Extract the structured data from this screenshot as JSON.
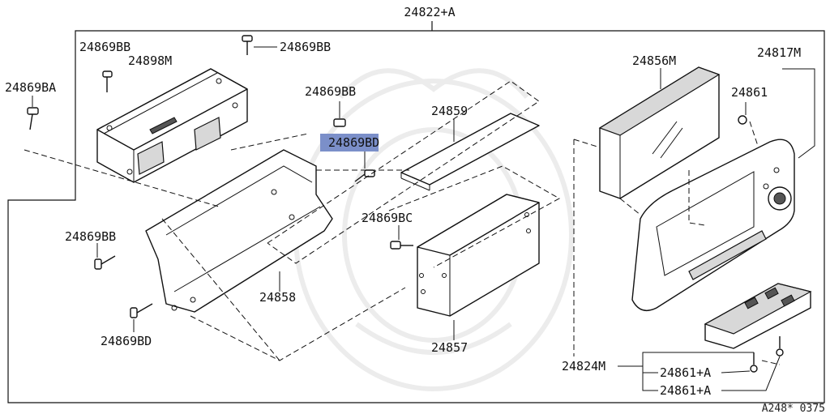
{
  "diagram": {
    "top_label": "24822+A",
    "labels": {
      "bb_top_left": "24869BB",
      "bb_top_right": "24869BB",
      "ba": "24869BA",
      "m24898": "24898M",
      "bb_mid": "24869BB",
      "bd_highlight": "24869BD",
      "p24859": "24859",
      "p24856m": "24856M",
      "p24817m": "24817M",
      "p24861": "24861",
      "bc": "24869BC",
      "bb_low": "24869BB",
      "p24858": "24858",
      "bd_low": "24869BD",
      "p24857": "24857",
      "p24824m": "24824M",
      "p24861a_1": "24861+A",
      "p24861a_2": "24861+A"
    },
    "footer_code": "A248* 0375",
    "highlight_color": "#7b8fc9"
  }
}
